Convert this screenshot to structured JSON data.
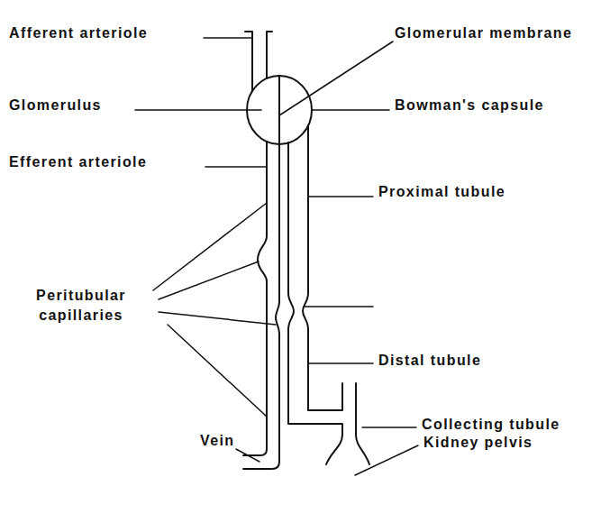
{
  "diagram": {
    "labels": [
      "Afferent arteriole",
      "Glomerulus",
      "Efferent arteriole",
      "Peritubular capillaries",
      "Vein",
      "Glomerular membrane",
      "Bowman's capsule",
      "Proximal tubule",
      "Distal tubule",
      "Collecting tubule",
      "Kidney pelvis"
    ]
  }
}
